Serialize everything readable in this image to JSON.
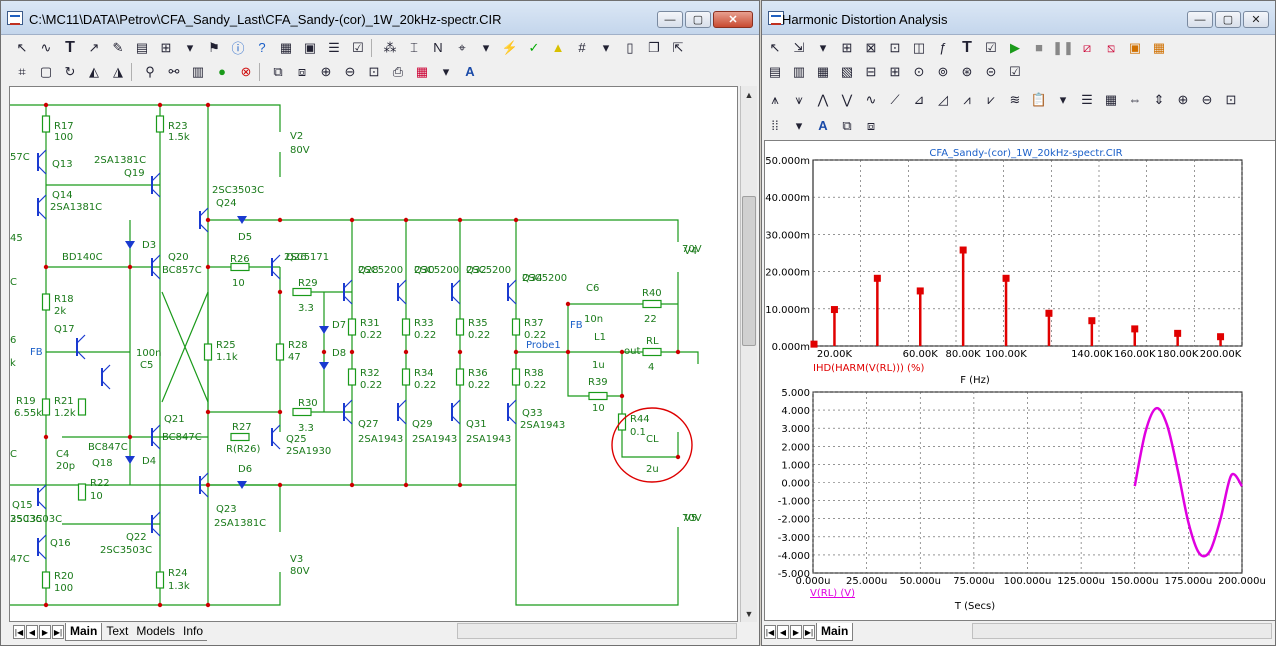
{
  "left_window": {
    "title": "C:\\MC11\\DATA\\Petrov\\CFA_Sandy_Last\\CFA_Sandy-(cor)_1W_20kHz-spectr.CIR",
    "tabs": [
      "Main",
      "Text",
      "Models",
      "Info"
    ],
    "active_tab": "Main"
  },
  "right_window": {
    "title": "Harmonic Distortion Analysis",
    "tabs": [
      "Main"
    ],
    "active_tab": "Main"
  },
  "window_controls": {
    "minimize": "—",
    "maximize": "▢",
    "close": "✕"
  },
  "schematic": {
    "components": [
      {
        "name": "R17",
        "value": "100"
      },
      {
        "name": "R23",
        "value": "1.5k"
      },
      {
        "name": "V2",
        "value": "80V"
      },
      {
        "name": "Q13",
        "value": ""
      },
      {
        "name": "Q19",
        "value": "2SA1381C"
      },
      {
        "name": "Q14",
        "value": "2SA1381C"
      },
      {
        "name": "Q24",
        "value": "2SC3503C"
      },
      {
        "name": "D5",
        "value": ""
      },
      {
        "name": "D3",
        "value": ""
      },
      {
        "name": "Q20",
        "value": "BC857C"
      },
      {
        "name": "R26",
        "value": "10"
      },
      {
        "name": "Q26",
        "value": "2SC5171"
      },
      {
        "name": "R29",
        "value": "3.3"
      },
      {
        "name": "Q28",
        "value": "2SC5200"
      },
      {
        "name": "Q30",
        "value": "2SC5200"
      },
      {
        "name": "Q32",
        "value": "2SC5200"
      },
      {
        "name": "Q34",
        "value": "2SC5200"
      },
      {
        "name": "V4",
        "value": "70V"
      },
      {
        "name": "R18",
        "value": "2k"
      },
      {
        "name": "Q17",
        "value": ""
      },
      {
        "name": "R25",
        "value": "1.1k"
      },
      {
        "name": "R28",
        "value": "47"
      },
      {
        "name": "D7",
        "value": ""
      },
      {
        "name": "D8",
        "value": ""
      },
      {
        "name": "R31",
        "value": "0.22"
      },
      {
        "name": "R33",
        "value": "0.22"
      },
      {
        "name": "R35",
        "value": "0.22"
      },
      {
        "name": "R37",
        "value": "0.22"
      },
      {
        "name": "C6",
        "value": "10n"
      },
      {
        "name": "R40",
        "value": "22"
      },
      {
        "name": "L1",
        "value": "1u"
      },
      {
        "name": "RL",
        "value": "4"
      },
      {
        "name": "R32",
        "value": "0.22"
      },
      {
        "name": "R34",
        "value": "0.22"
      },
      {
        "name": "R36",
        "value": "0.22"
      },
      {
        "name": "R38",
        "value": "0.22"
      },
      {
        "name": "R39",
        "value": "10"
      },
      {
        "name": "R19",
        "value": "6.55k"
      },
      {
        "name": "R21",
        "value": "1.2k"
      },
      {
        "name": "C5",
        "value": "100n"
      },
      {
        "name": "Q21",
        "value": "BC847C"
      },
      {
        "name": "R27",
        "value": "R(R26)"
      },
      {
        "name": "Q25",
        "value": "2SA1930"
      },
      {
        "name": "R30",
        "value": "3.3"
      },
      {
        "name": "Q27",
        "value": "2SA1943"
      },
      {
        "name": "Q29",
        "value": "2SA1943"
      },
      {
        "name": "Q31",
        "value": "2SA1943"
      },
      {
        "name": "Q33",
        "value": "2SA1943"
      },
      {
        "name": "R44",
        "value": "0.1"
      },
      {
        "name": "CL",
        "value": "2u"
      },
      {
        "name": "C4",
        "value": "20p"
      },
      {
        "name": "Q18",
        "value": "BC847C"
      },
      {
        "name": "R22",
        "value": "10"
      },
      {
        "name": "D4",
        "value": ""
      },
      {
        "name": "D6",
        "value": ""
      },
      {
        "name": "Q23",
        "value": "2SA1381C"
      },
      {
        "name": "V5",
        "value": "70V"
      },
      {
        "name": "Q15",
        "value": "2SC3503C"
      },
      {
        "name": "Q22",
        "value": "2SC3503C"
      },
      {
        "name": "Q16",
        "value": ""
      },
      {
        "name": "R24",
        "value": "1.3k"
      },
      {
        "name": "V3",
        "value": "80V"
      },
      {
        "name": "R20",
        "value": "100"
      }
    ],
    "node_labels": {
      "fb": "FB",
      "fb_right": "FB",
      "probe": "Probe1",
      "out": "out",
      "bd140c": "BD140C"
    },
    "cut_labels": [
      "57C",
      "45",
      "C",
      "6",
      "k",
      "C",
      "3503C",
      "47C"
    ],
    "edge_fb": "FB"
  },
  "chart_data": [
    {
      "type": "bar",
      "title": "CFA_Sandy-(cor)_1W_20kHz-spectr.CIR",
      "xlabel": "F (Hz)",
      "ylabel": "",
      "series_label": "IHD(HARM(V(RL))) (%)",
      "x": [
        0,
        20000,
        40000,
        60000,
        80000,
        100000,
        120000,
        140000,
        160000,
        180000,
        200000
      ],
      "values": [
        0.0005,
        0.0098,
        0.0182,
        0.0148,
        0.0258,
        0.0182,
        0.0088,
        0.0068,
        0.0046,
        0.0034,
        0.0025
      ],
      "xlim": [
        10000,
        210000
      ],
      "ylim": [
        0,
        0.05
      ],
      "x_tick_labels": [
        "20.00K",
        "60.00K",
        "80.00K",
        "100.00K",
        "140.00K",
        "160.00K",
        "180.00K",
        "200.00K"
      ],
      "y_tick_labels": [
        "0.000m",
        "10.000m",
        "20.000m",
        "30.000m",
        "40.000m",
        "50.000m"
      ],
      "grid": true,
      "color": "#e00000"
    },
    {
      "type": "line",
      "xlabel": "T (Secs)",
      "series_label": "V(RL) (V)",
      "x": [
        0.00015,
        0.000155,
        0.00016,
        0.000165,
        0.00017,
        0.000175,
        0.00018,
        0.000185,
        0.00019,
        0.000195,
        0.0002
      ],
      "y": [
        -0.2,
        2.8,
        4.1,
        3.2,
        0.7,
        -2.2,
        -3.9,
        -3.8,
        -2.0,
        0.4,
        -0.2
      ],
      "xlim": [
        0,
        0.0002
      ],
      "ylim": [
        -5,
        5
      ],
      "x_tick_labels": [
        "0.000u",
        "25.000u",
        "50.000u",
        "75.000u",
        "100.000u",
        "125.000u",
        "150.000u",
        "175.000u",
        "200.000u"
      ],
      "y_tick_labels": [
        "5.000",
        "4.000",
        "3.000",
        "2.000",
        "1.000",
        "0.000",
        "-1.000",
        "-2.000",
        "-3.000",
        "-4.000",
        "-5.000"
      ],
      "grid": true,
      "color": "#e000e0"
    }
  ]
}
